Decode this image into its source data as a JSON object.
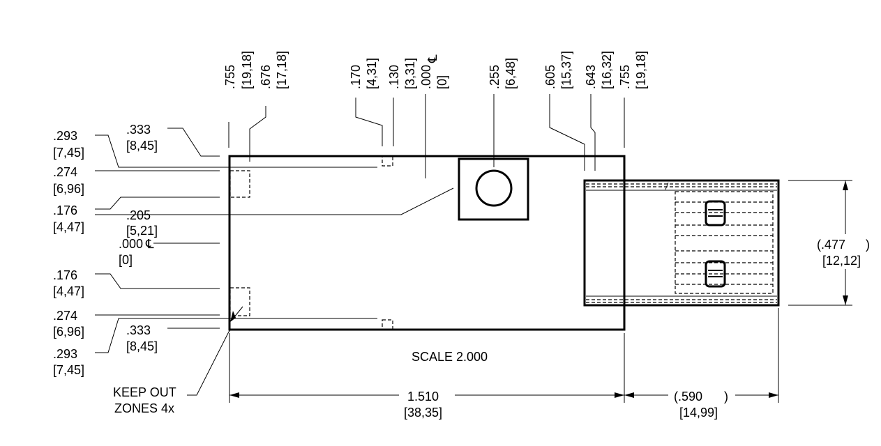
{
  "drawing": {
    "scale_note": "SCALE  2.000",
    "keepout_line1": "KEEP OUT",
    "keepout_line2": "ZONES 4x",
    "centerline_symbol": "℄",
    "top_labels": [
      {
        "inch": ".755",
        "mm": "[19,18]"
      },
      {
        "inch": ".676",
        "mm": "[17,18]"
      },
      {
        "inch": ".170",
        "mm": "[4,31]"
      },
      {
        "inch": ".130",
        "mm": "[3,31]"
      },
      {
        "inch": ".000",
        "mm": "[0]"
      },
      {
        "inch": ".255",
        "mm": "[6,48]"
      },
      {
        "inch": ".605",
        "mm": "[15,37]"
      },
      {
        "inch": ".643",
        "mm": "[16,32]"
      },
      {
        "inch": ".755",
        "mm": "[19,18]"
      }
    ],
    "left_labels": [
      {
        "inch": ".293",
        "mm": "[7,45]"
      },
      {
        "inch": ".333",
        "mm": "[8,45]"
      },
      {
        "inch": ".274",
        "mm": "[6,96]"
      },
      {
        "inch": ".176",
        "mm": "[4,47]"
      },
      {
        "inch": ".205",
        "mm": "[5,21]"
      },
      {
        "inch": ".000",
        "mm": "[0]"
      },
      {
        "inch": ".176",
        "mm": "[4,47]"
      },
      {
        "inch": ".274",
        "mm": "[6,96]"
      },
      {
        "inch": ".333",
        "mm": "[8,45]"
      },
      {
        "inch": ".293",
        "mm": "[7,45]"
      }
    ],
    "dim_width": {
      "inch": "1.510",
      "mm": "[38,35]"
    },
    "dim_ext": {
      "inch": "(.590",
      "close": ")",
      "mm": "[14,99]"
    },
    "dim_height": {
      "inch": "(.477",
      "close": ")",
      "mm": "[12,12]"
    }
  }
}
